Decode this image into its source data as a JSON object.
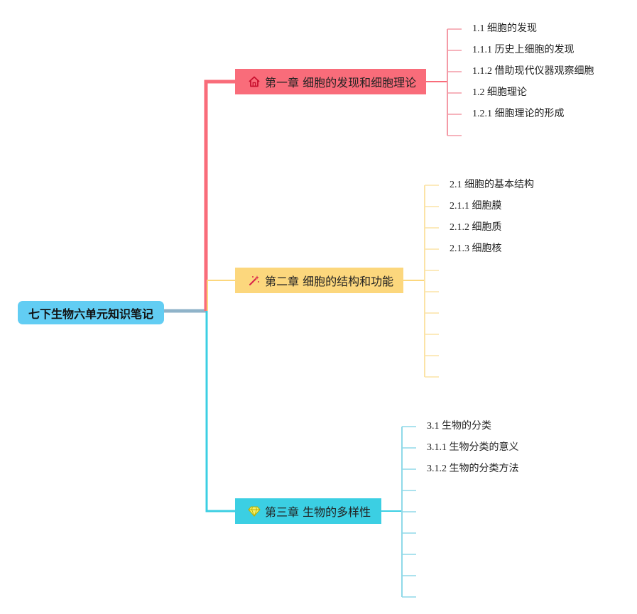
{
  "root": {
    "title": "七下生物六单元知识笔记"
  },
  "chapters": [
    {
      "title": "第一章 细胞的发现和细胞理论",
      "icon": "home-icon",
      "color": "#f96c7a",
      "line_color": "#f49aa6",
      "topics": [
        "1.1 细胞的发现",
        "1.1.1 历史上细胞的发现",
        "1.1.2 借助现代仪器观察细胞",
        "1.2 细胞理论",
        "1.2.1 细胞理论的形成"
      ],
      "empty_slots": 1
    },
    {
      "title": "第二章 细胞的结构和功能",
      "icon": "magic-wand-icon",
      "color": "#fcd77d",
      "line_color": "#fbe3a6",
      "topics": [
        "2.1 细胞的基本结构",
        "2.1.1 细胞膜",
        "2.1.2 细胞质",
        "2.1.3 细胞核"
      ],
      "empty_slots": 6
    },
    {
      "title": "第三章 生物的多样性",
      "icon": "diamond-icon",
      "color": "#3bcfe3",
      "line_color": "#8fd9e8",
      "topics": [
        "3.1 生物的分类",
        "3.1.1 生物分类的意义",
        "3.1.2 生物的分类方法"
      ],
      "empty_slots": 6
    }
  ]
}
